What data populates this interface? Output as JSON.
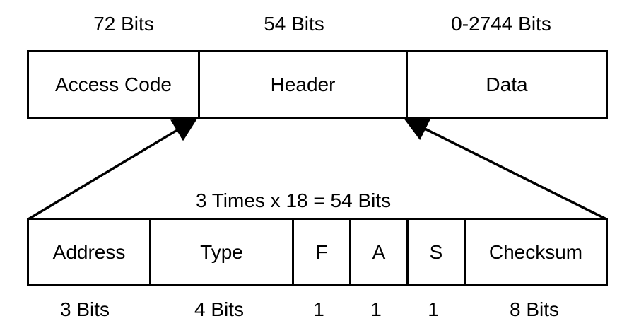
{
  "packet": {
    "fields": [
      {
        "name": "Access Code",
        "bits": "72 Bits"
      },
      {
        "name": "Header",
        "bits": "54 Bits"
      },
      {
        "name": "Data",
        "bits": "0-2744 Bits"
      }
    ]
  },
  "header_detail": {
    "caption": "3 Times x 18 = 54 Bits",
    "fields": [
      {
        "name": "Address",
        "bits": "3 Bits"
      },
      {
        "name": "Type",
        "bits": "4 Bits"
      },
      {
        "name": "F",
        "bits": "1"
      },
      {
        "name": "A",
        "bits": "1"
      },
      {
        "name": "S",
        "bits": "1"
      },
      {
        "name": "Checksum",
        "bits": "8 Bits"
      }
    ]
  },
  "colors": {
    "stroke": "#000000",
    "background": "#ffffff"
  }
}
